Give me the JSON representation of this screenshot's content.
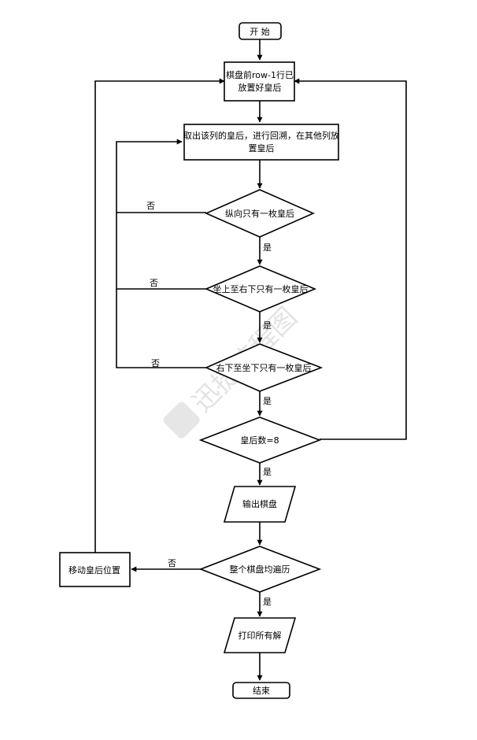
{
  "nodes": {
    "start": "开  始",
    "placed_line1": "棋盘前row-1行已",
    "placed_line2": "放置好皇后",
    "backtrack_line1": "取出该列的皇后，进行回溯，在其他列放",
    "backtrack_line2": "置皇后",
    "check_column": "纵向只有一枚皇后",
    "check_diag1": "坐上至右下只有一枚皇后",
    "check_diag2": "右下至坐下只有一枚皇后",
    "check_count": "皇后数=8",
    "output_board": "输出棋盘",
    "check_traversed": "整个棋盘均遍历",
    "move_queen": "移动皇后位置",
    "print_all": "打印所有解",
    "end": "结束"
  },
  "edge_labels": {
    "yes": "是",
    "no": "否"
  },
  "watermark": "迅捷流程图"
}
